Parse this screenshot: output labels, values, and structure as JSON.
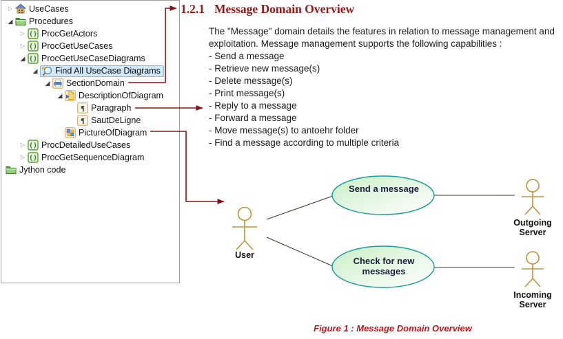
{
  "tree": {
    "items": [
      {
        "label": "UseCases",
        "depth": 0,
        "expander": "collapsed",
        "icon": "usecases-icon",
        "selected": false
      },
      {
        "label": "Procedures",
        "depth": 0,
        "expander": "expanded",
        "icon": "folder-icon",
        "selected": false
      },
      {
        "label": "ProcGetActors",
        "depth": 1,
        "expander": "collapsed",
        "icon": "proc-icon",
        "selected": false
      },
      {
        "label": "ProcGetUseCases",
        "depth": 1,
        "expander": "collapsed",
        "icon": "proc-icon",
        "selected": false
      },
      {
        "label": "ProcGetUseCaseDiagrams",
        "depth": 1,
        "expander": "expanded",
        "icon": "proc-icon",
        "selected": false
      },
      {
        "label": "Find All UseCase Diagrams",
        "depth": 2,
        "expander": "expanded",
        "icon": "find-icon",
        "selected": true
      },
      {
        "label": "SectionDomain",
        "depth": 3,
        "expander": "expanded",
        "icon": "section-icon",
        "selected": false
      },
      {
        "label": "DescriptionOfDiagram",
        "depth": 4,
        "expander": "expanded",
        "icon": "description-icon",
        "selected": false
      },
      {
        "label": "Paragraph",
        "depth": 5,
        "expander": "none",
        "icon": "pilcrow-icon",
        "selected": false
      },
      {
        "label": "SautDeLigne",
        "depth": 5,
        "expander": "none",
        "icon": "pilcrow-icon",
        "selected": false
      },
      {
        "label": "PictureOfDiagram",
        "depth": 4,
        "expander": "none",
        "icon": "picture-icon",
        "selected": false
      },
      {
        "label": "ProcDetailedUseCases",
        "depth": 1,
        "expander": "collapsed",
        "icon": "proc-icon",
        "selected": false
      },
      {
        "label": "ProcGetSequenceDiagram",
        "depth": 1,
        "expander": "collapsed",
        "icon": "proc-icon",
        "selected": false
      },
      {
        "label": "Jython code",
        "depth": 0,
        "expander": "none",
        "icon": "folder-icon",
        "selected": false
      }
    ]
  },
  "document": {
    "heading_number": "1.2.1",
    "heading_title": "Message Domain Overview",
    "paragraph": "The \"Message\" domain details the features in relation to message management and exploitation. Message management supports the following capabilities :",
    "bullets": [
      "- Send a message",
      "- Retrieve new message(s)",
      "- Delete message(s)",
      "- Print message(s)",
      "- Reply to a message",
      "- Forward a message",
      "- Move message(s) to antoehr folder",
      "- Find a message according to multiple criteria"
    ],
    "figure_caption": "Figure 1 : Message Domain Overview"
  },
  "diagram": {
    "usecase1_label": "Send a message",
    "usecase2_line1": "Check for new",
    "usecase2_line2": "messages",
    "actor_user": "User",
    "actor_outgoing_line1": "Outgoing",
    "actor_outgoing_line2": "Server",
    "actor_incoming_line1": "Incoming",
    "actor_incoming_line2": "Server"
  },
  "colors": {
    "connector_maroon": "#8b1111",
    "heading_maroon": "#9a1616",
    "caption_red": "#c21717",
    "selection_bg": "#cfe8fa",
    "selection_border": "#7fc0e8",
    "ellipse_border": "#169b9b",
    "ellipse_fill_start": "#c9efc6",
    "ellipse_fill_end": "#ffffff",
    "actor_gold": "#bf9230",
    "icon_box_border": "#dba968",
    "panel_border": "#9e9e9e"
  }
}
